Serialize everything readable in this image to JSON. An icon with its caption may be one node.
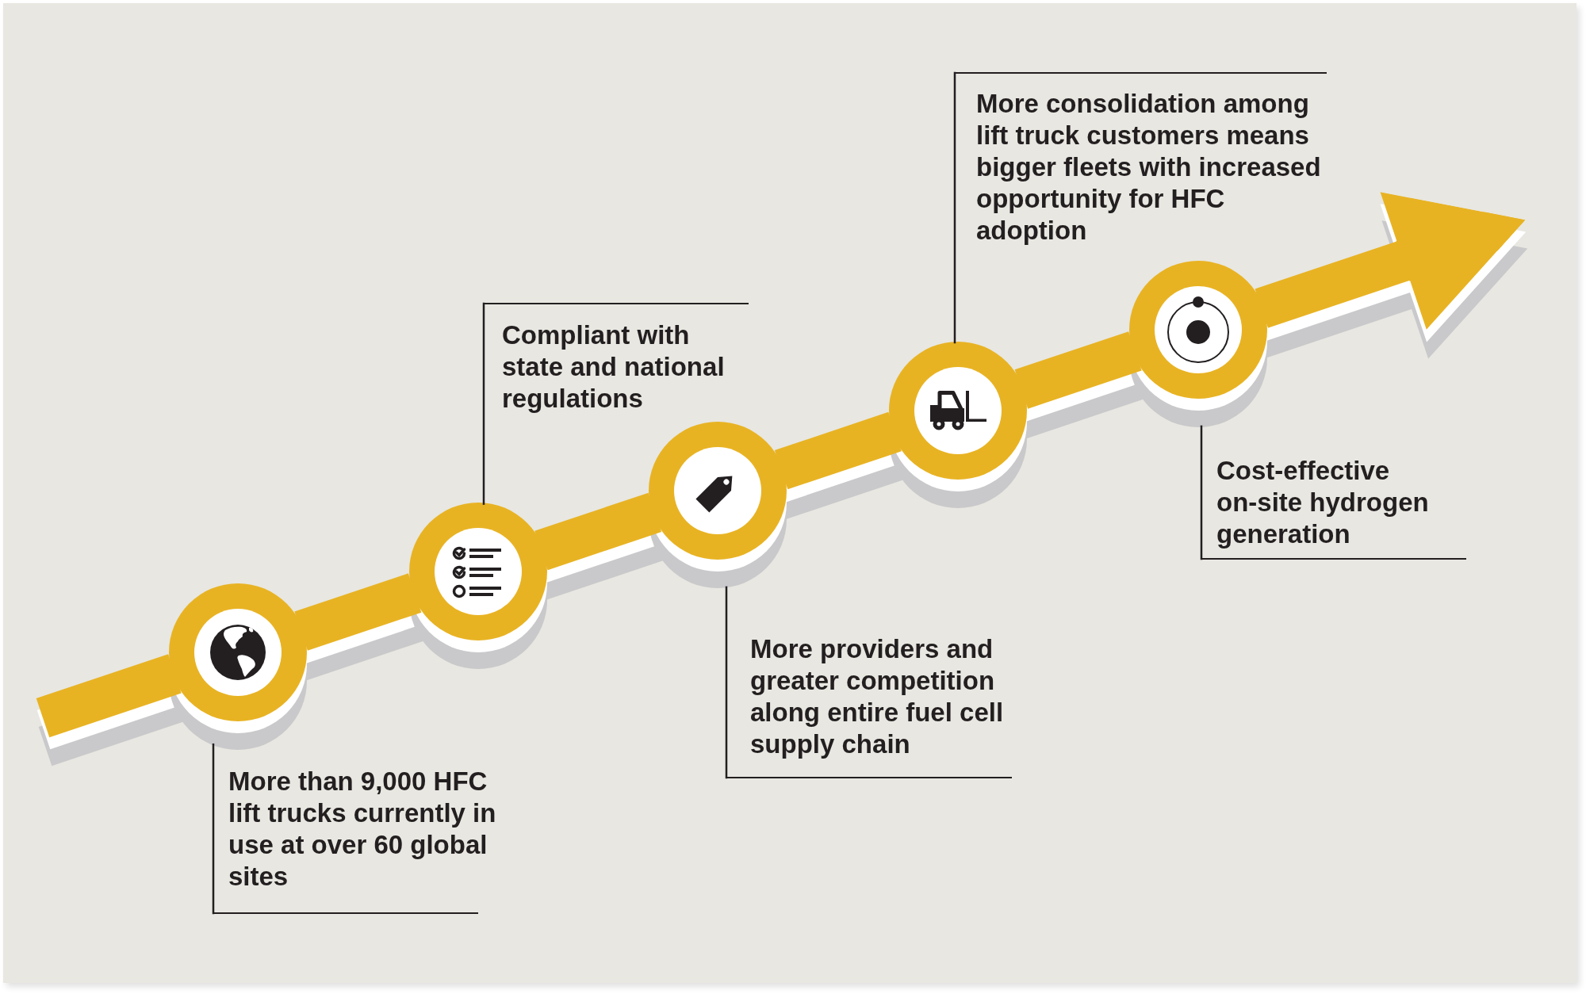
{
  "diagram": {
    "nodes": [
      {
        "text": [
          "More than 9,000 HFC lift trucks currently in use at over 60 global sites"
        ]
      },
      {
        "text": [
          "Compliant with state and national regulations"
        ]
      },
      {
        "text": [
          "More providers and greater competition along entire fuel cell supply chain"
        ]
      },
      {
        "text": [
          "More consolidation among lift truck customers means bigger fleets with increased opportunity for HFC adoption"
        ]
      },
      {
        "text": [
          "Cost-effective on-site hydrogen generation"
        ]
      },
      {
        "text": [],
        "shape": "circle"
      },
      {
        "text": [],
        "shape": "circle"
      },
      {
        "text": [],
        "shape": "circle"
      },
      {
        "text": [],
        "shape": "circle"
      },
      {
        "text": [],
        "shape": "circle"
      }
    ],
    "edges": [
      {
        "from": null,
        "to": 5,
        "arrow": "none"
      },
      {
        "from": 5,
        "to": 6,
        "arrow": "none"
      },
      {
        "from": 6,
        "to": 7,
        "arrow": "none"
      },
      {
        "from": 7,
        "to": 8,
        "arrow": "none"
      },
      {
        "from": 8,
        "to": 9,
        "arrow": "none"
      },
      {
        "from": 9,
        "to": null,
        "arrow": "to"
      },
      {
        "from": 0,
        "to": 5,
        "arrow": "none",
        "color": "#231f20"
      },
      {
        "from": 1,
        "to": 6,
        "arrow": "none",
        "color": "#231f20"
      },
      {
        "from": 2,
        "to": 7,
        "arrow": "none",
        "color": "#231f20"
      },
      {
        "from": 3,
        "to": 8,
        "arrow": "none",
        "color": "#231f20"
      },
      {
        "from": 4,
        "to": 9,
        "arrow": "none",
        "color": "#231f20"
      }
    ]
  }
}
